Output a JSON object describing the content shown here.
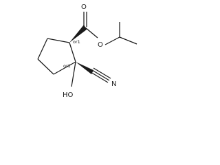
{
  "labels": {
    "carbonyl_o": "O",
    "ester_o": "O",
    "nitrile_n": "N",
    "hydroxyl": "HO"
  },
  "stereo": {
    "c1": "or1",
    "c2": "or1"
  }
}
